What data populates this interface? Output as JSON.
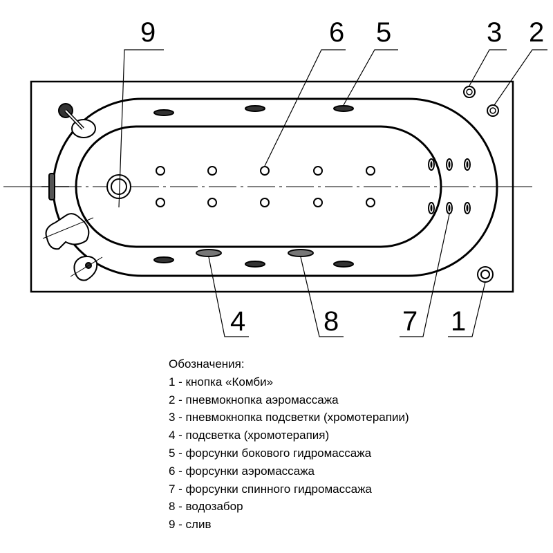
{
  "callouts": [
    {
      "id": "1",
      "label": "1"
    },
    {
      "id": "2",
      "label": "2"
    },
    {
      "id": "3",
      "label": "3"
    },
    {
      "id": "4",
      "label": "4"
    },
    {
      "id": "5",
      "label": "5"
    },
    {
      "id": "6",
      "label": "6"
    },
    {
      "id": "7",
      "label": "7"
    },
    {
      "id": "8",
      "label": "8"
    },
    {
      "id": "9",
      "label": "9"
    }
  ],
  "legend": {
    "title": "Обозначения:",
    "items": [
      "1 - кнопка «Комби»",
      "2 - пневмокнопка аэромассажа",
      "3 - пневмокнопка подсветки (хромотерапии)",
      "4 - подсветка (хромотерапия)",
      "5 - форсунки бокового гидромассажа",
      "6 - форсунки аэромассажа",
      "7 - форсунки спинного гидромассажа",
      "8 - водозабор",
      "9 - слив"
    ]
  },
  "colors": {
    "line": "#000000",
    "background": "#ffffff"
  }
}
